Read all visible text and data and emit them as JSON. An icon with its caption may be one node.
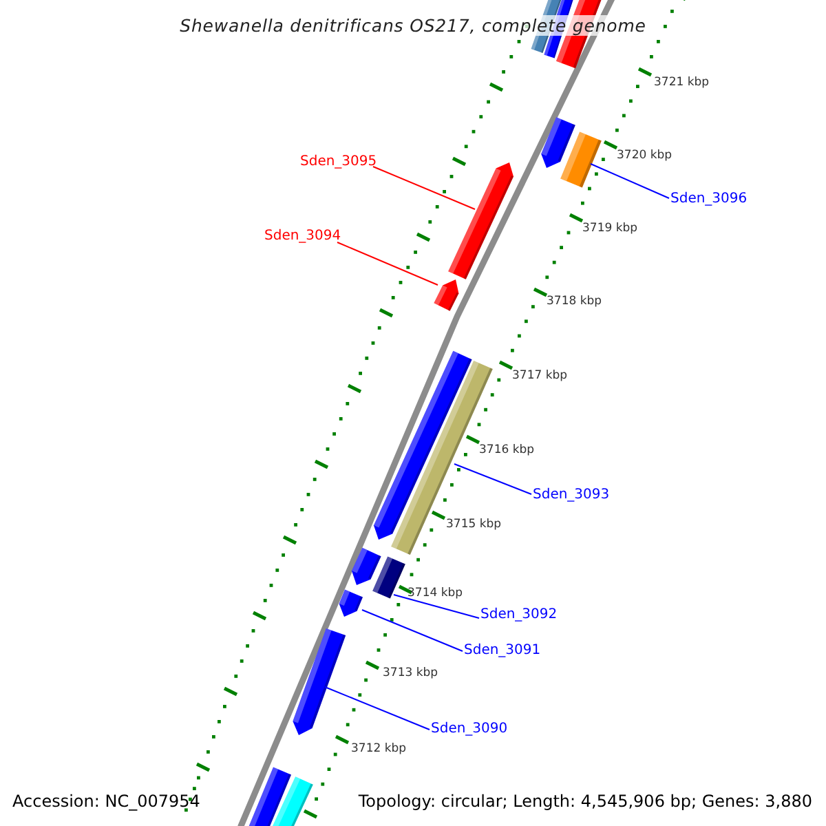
{
  "diagram": {
    "title": "Shewanella denitrificans OS217, complete genome",
    "nodes": [
      {
        "text": [
          "Sden_3095"
        ]
      },
      {
        "text": [],
        "shape": "arrow"
      },
      {
        "text": [
          "Sden_3094"
        ]
      },
      {
        "text": [],
        "shape": "arrow"
      },
      {
        "text": [
          "Sden_3096"
        ]
      },
      {
        "text": [],
        "shape": "bar"
      },
      {
        "text": [
          "Sden_3093"
        ]
      },
      {
        "text": [],
        "shape": "bar"
      },
      {
        "text": [
          "Sden_3092"
        ]
      },
      {
        "text": [],
        "shape": "bar"
      },
      {
        "text": [
          "Sden_3091"
        ]
      },
      {
        "text": [],
        "shape": "arrow"
      },
      {
        "text": [
          "Sden_3090"
        ]
      },
      {
        "text": [],
        "shape": "arrow"
      }
    ],
    "edges": [
      {
        "from": 0,
        "to": 1,
        "arrow": "none",
        "color": "#ff0000"
      },
      {
        "from": 2,
        "to": 3,
        "arrow": "none",
        "color": "#ff0000"
      },
      {
        "from": 4,
        "to": 5,
        "arrow": "none"
      },
      {
        "from": 6,
        "to": 7,
        "arrow": "none"
      },
      {
        "from": 8,
        "to": 9,
        "arrow": "none"
      },
      {
        "from": 10,
        "to": 11,
        "arrow": "none"
      },
      {
        "from": 12,
        "to": 13,
        "arrow": "none"
      }
    ],
    "labels": [
      "3721 kbp",
      "3720 kbp",
      "3719 kbp",
      "3718 kbp",
      "3717 kbp",
      "3716 kbp",
      "3715 kbp",
      "3714 kbp",
      "3713 kbp",
      "3712 kbp",
      "Accession: NC_007954",
      "Topology: circular; Length: 4,545,906 bp; Genes: 3,880"
    ]
  }
}
